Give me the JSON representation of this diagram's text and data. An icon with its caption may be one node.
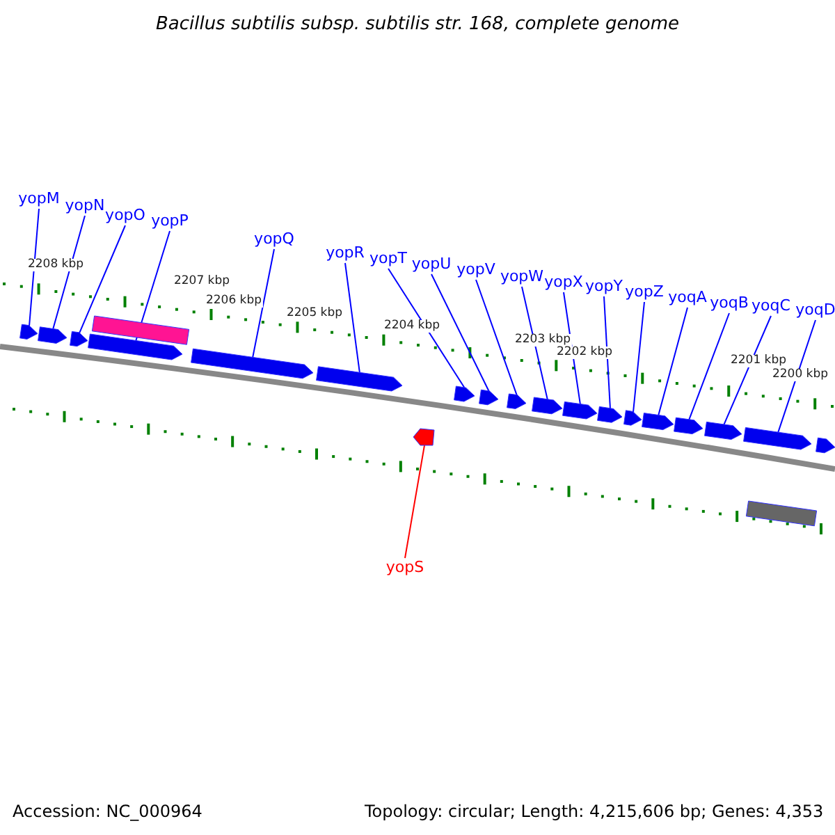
{
  "diagram": {
    "title": "Bacillus subtilis subsp. subtilis str. 168, complete genome",
    "nodes": [
      {
        "text": [
          "yopM"
        ]
      },
      {
        "text": [
          "yopN"
        ]
      },
      {
        "text": [
          "yopO"
        ]
      },
      {
        "text": [
          "yopP"
        ]
      },
      {
        "text": [
          "yopQ"
        ]
      },
      {
        "text": [
          "yopR"
        ]
      },
      {
        "text": [
          "yopT"
        ]
      },
      {
        "text": [
          "yopU"
        ]
      },
      {
        "text": [
          "yopV"
        ]
      },
      {
        "text": [
          "yopW"
        ]
      },
      {
        "text": [
          "yopX"
        ]
      },
      {
        "text": [
          "yopY"
        ]
      },
      {
        "text": [
          "yopZ"
        ]
      },
      {
        "text": [
          "yoqA"
        ]
      },
      {
        "text": [
          "yoqB"
        ]
      },
      {
        "text": [
          "yoqC"
        ]
      },
      {
        "text": [
          "yoqD"
        ]
      },
      {
        "text": [
          "yopS"
        ]
      },
      {
        "text": [],
        "shape": "pentagon"
      },
      {
        "text": [],
        "shape": "pentagon"
      },
      {
        "text": [],
        "shape": "pentagon"
      },
      {
        "text": [],
        "shape": "pentagon"
      },
      {
        "text": [],
        "shape": "pentagon"
      },
      {
        "text": [],
        "shape": "pentagon"
      },
      {
        "text": [],
        "shape": "pentagon"
      },
      {
        "text": [],
        "shape": "pentagon"
      },
      {
        "text": [],
        "shape": "pentagon"
      },
      {
        "text": [],
        "shape": "pentagon"
      },
      {
        "text": [],
        "shape": "pentagon"
      },
      {
        "text": [],
        "shape": "pentagon"
      },
      {
        "text": [],
        "shape": "pentagon"
      },
      {
        "text": [],
        "shape": "pentagon"
      },
      {
        "text": [],
        "shape": "pentagon"
      },
      {
        "text": [],
        "shape": "pentagon"
      },
      {
        "text": [],
        "shape": "pentagon"
      },
      {
        "text": [],
        "shape": "pentagon"
      },
      {
        "text": [],
        "shape": "pentagon"
      }
    ],
    "edges": [
      {
        "from": 0,
        "to": 18,
        "arrow": "none"
      },
      {
        "from": 1,
        "to": 19,
        "arrow": "none"
      },
      {
        "from": 2,
        "to": 20,
        "arrow": "none"
      },
      {
        "from": 3,
        "to": 21,
        "arrow": "none"
      },
      {
        "from": 4,
        "to": 22,
        "arrow": "none"
      },
      {
        "from": 5,
        "to": 23,
        "arrow": "none"
      },
      {
        "from": 6,
        "to": 24,
        "arrow": "none"
      },
      {
        "from": 7,
        "to": 25,
        "arrow": "none"
      },
      {
        "from": 8,
        "to": 26,
        "arrow": "none"
      },
      {
        "from": 9,
        "to": 27,
        "arrow": "none"
      },
      {
        "from": 10,
        "to": 28,
        "arrow": "none"
      },
      {
        "from": 11,
        "to": 29,
        "arrow": "none"
      },
      {
        "from": 12,
        "to": 30,
        "arrow": "none"
      },
      {
        "from": 13,
        "to": 31,
        "arrow": "none"
      },
      {
        "from": 14,
        "to": 32,
        "arrow": "none"
      },
      {
        "from": 15,
        "to": 33,
        "arrow": "none"
      },
      {
        "from": 16,
        "to": 34,
        "arrow": "none"
      },
      {
        "from": 17,
        "to": 36,
        "arrow": "none",
        "color": "#ff0000"
      }
    ],
    "labels": [
      "2208 kbp",
      "2207 kbp",
      "2206 kbp",
      "2205 kbp",
      "2204 kbp",
      "2203 kbp",
      "2202 kbp",
      "2201 kbp",
      "2200 kbp",
      "Accession: NC_000964",
      "Topology: circular; Length: 4,215,606 bp; Genes: 4,353"
    ]
  }
}
